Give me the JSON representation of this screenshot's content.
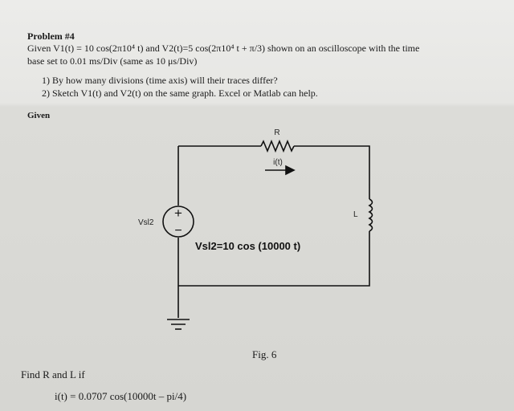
{
  "problem": {
    "title": "Problem #4",
    "line1": "Given V1(t) = 10 cos(2π10⁴ t) and V2(t)=5 cos(2π10⁴ t + π/3) shown on an oscilloscope with the time",
    "line2": "base set to 0.01 ms/Div (same as 10 μs/Div)",
    "questions": [
      "1)  By how many divisions (time axis) will their traces differ?",
      "2)  Sketch V1(t) and V2(t) on the same graph.  Excel or Matlab can help."
    ]
  },
  "given_label": "Given",
  "circuit": {
    "resistor_label": "R",
    "current_label": "i(t)",
    "inductor_label": "L",
    "source_label": "Vsl2",
    "source_plus": "+",
    "source_minus": "−",
    "source_equation": "Vsl2=10 cos (10000 t)"
  },
  "figure_caption": "Fig. 6",
  "find_text": "Find R and L if",
  "current_equation": "i(t) = 0.0707 cos(10000t – pi/4)"
}
